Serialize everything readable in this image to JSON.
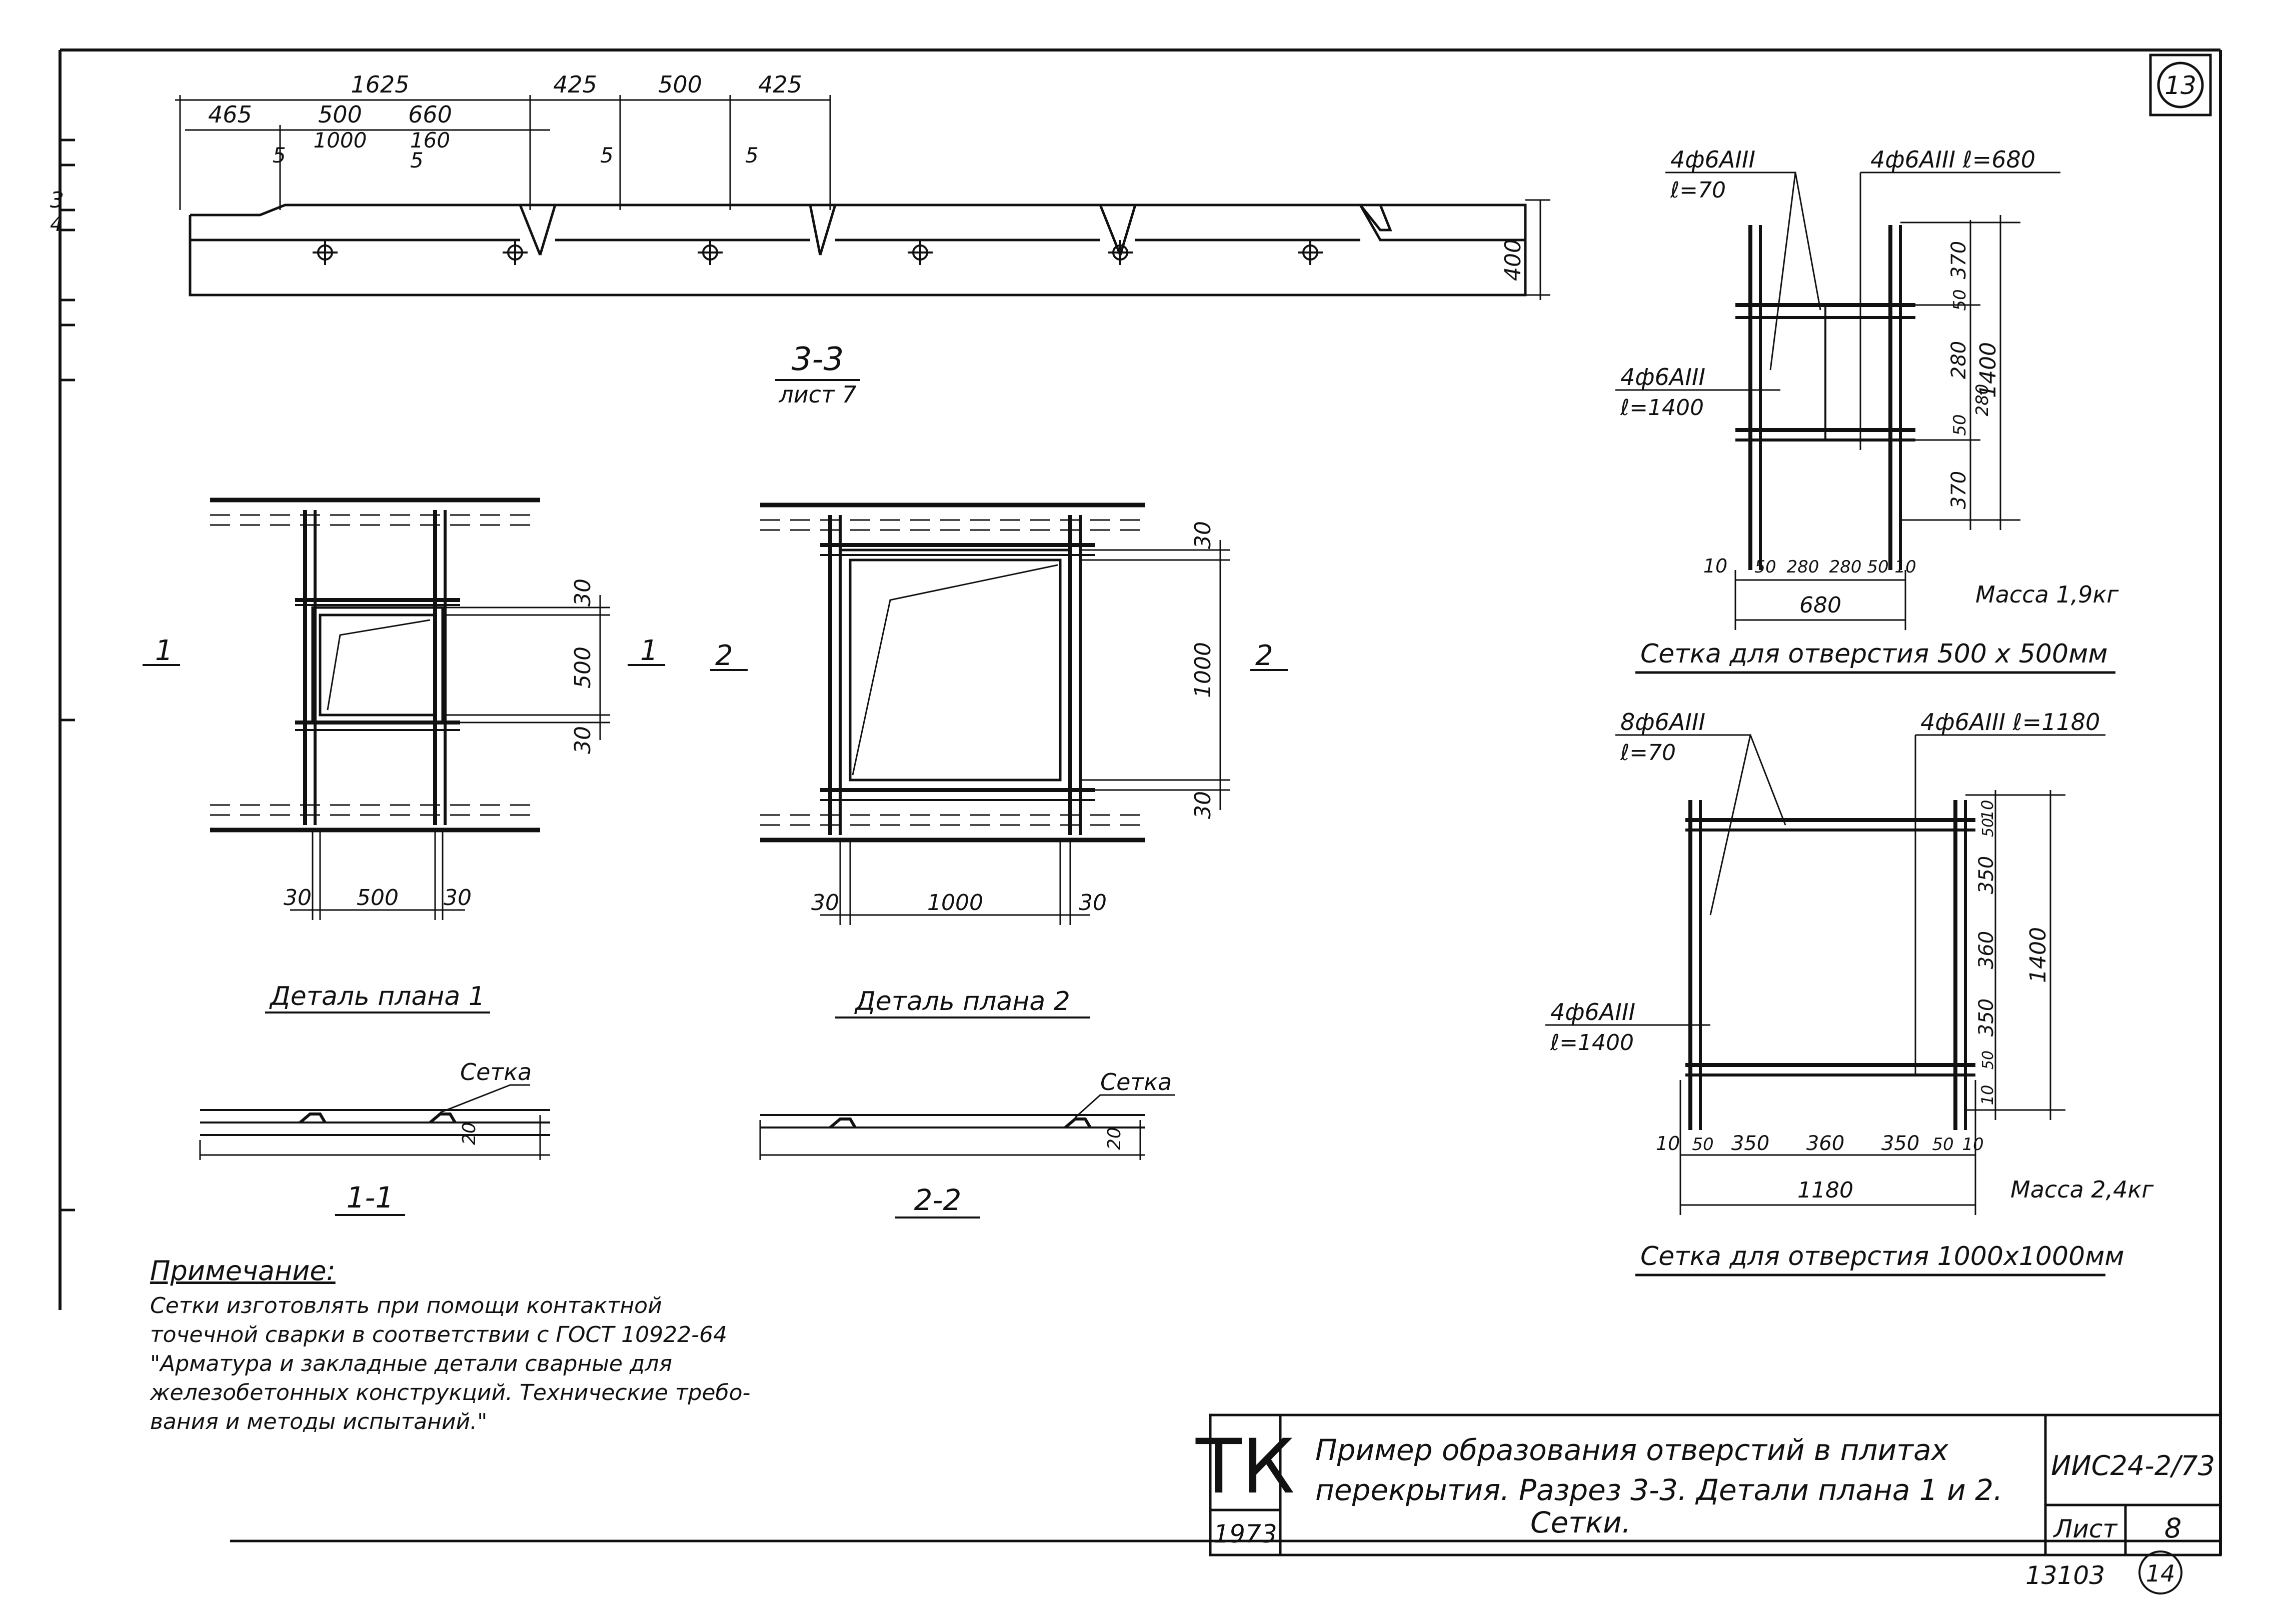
{
  "sheet_number_circle": "13",
  "section_33": {
    "title": "3-3",
    "ref": "лист 7"
  },
  "section_33_dims": {
    "top": [
      "1625",
      "425",
      "500",
      "425"
    ],
    "second": [
      "465",
      "500",
      "660"
    ],
    "third": [
      "1000",
      "160"
    ],
    "slots": [
      "5",
      "5",
      "5",
      "5"
    ],
    "height": "400"
  },
  "detail1": {
    "title": "Деталь плана 1",
    "cut_label": "1",
    "dim_w": [
      "30",
      "500",
      "30"
    ],
    "dim_h": [
      "30",
      "500",
      "30"
    ],
    "section_title": "1-1",
    "mesh_label": "Сетка",
    "thickness": "20"
  },
  "detail2": {
    "title": "Деталь плана 2",
    "cut_label": "2",
    "dim_w": [
      "30",
      "1000",
      "30"
    ],
    "dim_h": [
      "30",
      "1000",
      "30"
    ],
    "section_title": "2-2",
    "mesh_label": "Сетка",
    "thickness": "20"
  },
  "mesh500": {
    "title": "Сетка для отверстия 500 х 500мм",
    "label_a": "4ф6АIII",
    "label_a_len": "ℓ=70",
    "label_b": "4ф6АIII  ℓ=680",
    "label_c": "4ф6АIII",
    "label_c_len": "ℓ=1400",
    "dim_right": [
      "370",
      "50",
      "280",
      "50",
      "370"
    ],
    "dim_total_v": "1400",
    "dim_mid": "280",
    "dim_bottom": [
      "10",
      "50",
      "280",
      "280",
      "50",
      "10"
    ],
    "dim_total_h": "680",
    "mass": "Масса 1,9кг"
  },
  "mesh1000": {
    "title": "Сетка для отверстия 1000х1000мм",
    "label_a": "8ф6АIII",
    "label_a_len": "ℓ=70",
    "label_b": "4ф6АIII  ℓ=1180",
    "label_c": "4ф6АIII",
    "label_c_len": "ℓ=1400",
    "dim_right": [
      "10",
      "350",
      "50",
      "360",
      "350",
      "50",
      "10"
    ],
    "dim_total_v": "1400",
    "dim_bottom": [
      "10",
      "50",
      "350",
      "360",
      "350",
      "50",
      "10"
    ],
    "dim_total_h": "1180",
    "mass": "Масса 2,4кг"
  },
  "note": {
    "title": "Примечание:",
    "lines": [
      "Сетки изготовлять при помощи контактной",
      "точечной сварки в соответствии с ГОСТ 10922-64",
      "\"Арматура и закладные детали сварные для",
      "железобетонных конструкций. Технические требо-",
      "вания и методы испытаний.\""
    ]
  },
  "title_block": {
    "org": "ТК",
    "year": "1973",
    "title_lines": [
      "Пример образования отверстий в плитах",
      "перекрытия. Разрез 3-3. Детали плана 1 и 2.",
      "Сетки."
    ],
    "code": "ИИС24-2/73",
    "sheet_label": "Лист",
    "sheet_value": "8"
  },
  "stamp_number": "13103",
  "stamp_circle": "14",
  "left_margin_marks": [
    "3",
    "4"
  ]
}
